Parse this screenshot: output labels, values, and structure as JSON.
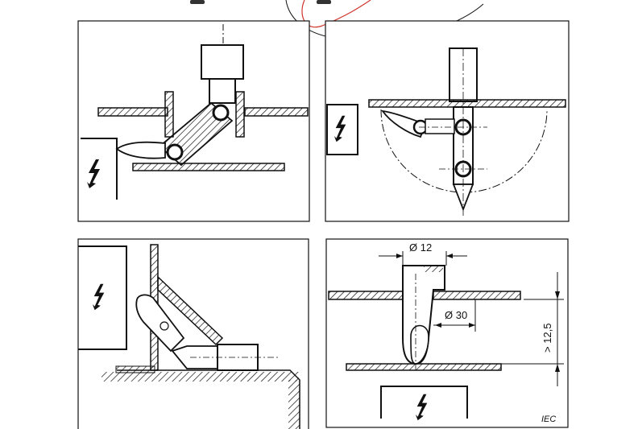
{
  "panels": [
    {
      "id": "top-left"
    },
    {
      "id": "top-right"
    },
    {
      "id": "bottom-left"
    },
    {
      "id": "bottom-right",
      "dimensions": {
        "top_diameter": "Ø 12",
        "mid_diameter": "Ø 30",
        "gap": "> 12,5"
      }
    }
  ],
  "footer_label": "IEC",
  "icons": {
    "hazard": "high-voltage-icon"
  },
  "colors": {
    "line": "#111111",
    "annotation": "#d0342c"
  }
}
